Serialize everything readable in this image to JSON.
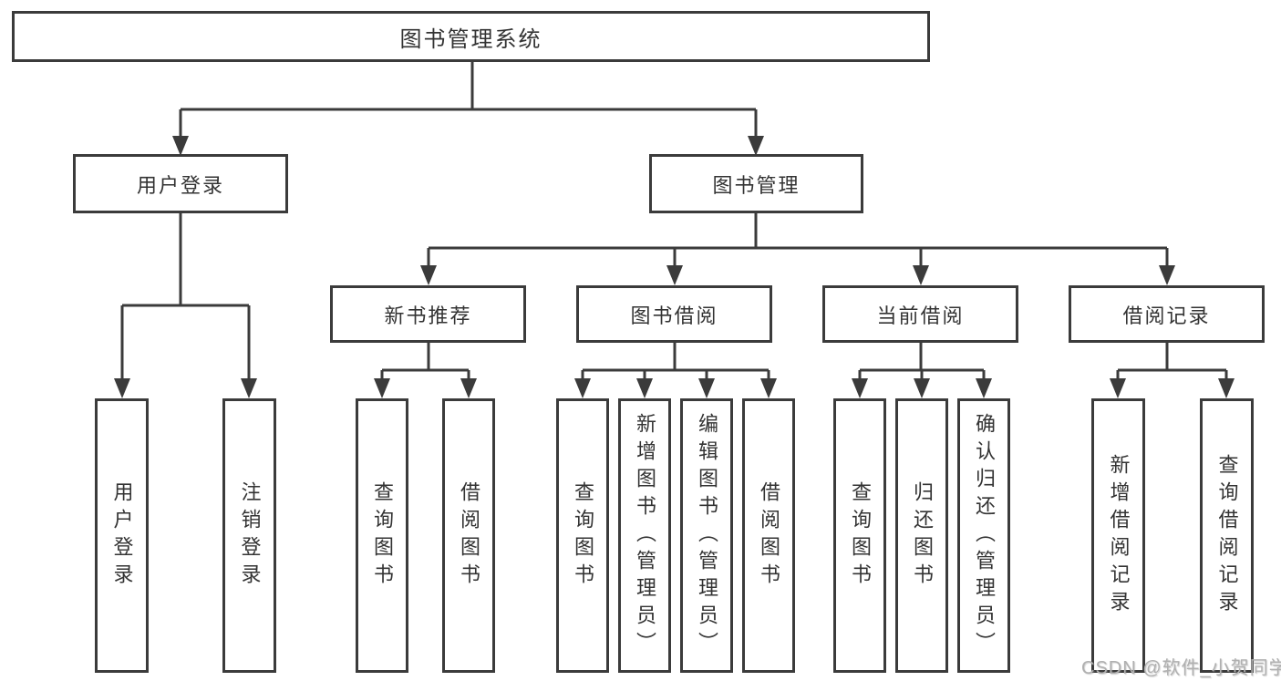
{
  "root": {
    "label": "图书管理系统"
  },
  "branches": [
    {
      "label": "用户登录",
      "children": [
        {
          "label": "用户登录"
        },
        {
          "label": "注销登录"
        }
      ]
    },
    {
      "label": "图书管理",
      "children": [
        {
          "label": "新书推荐",
          "children": [
            {
              "label": "查询图书"
            },
            {
              "label": "借阅图书"
            }
          ]
        },
        {
          "label": "图书借阅",
          "children": [
            {
              "label": "查询图书"
            },
            {
              "label": "新增图书（管理员）"
            },
            {
              "label": "编辑图书（管理员）"
            },
            {
              "label": "借阅图书"
            }
          ]
        },
        {
          "label": "当前借阅",
          "children": [
            {
              "label": "查询图书"
            },
            {
              "label": "归还图书"
            },
            {
              "label": "确认归还（管理员）"
            }
          ]
        },
        {
          "label": "借阅记录",
          "children": [
            {
              "label": "新增借阅记录"
            },
            {
              "label": "查询借阅记录"
            }
          ]
        }
      ]
    }
  ],
  "watermark": {
    "text": "CSDN @软件_小贺同学"
  },
  "colors": {
    "line": "#3b3b3b",
    "text": "#333333",
    "box_background": "#ffffff",
    "watermark": "#b0b0b0",
    "page_background": "#ffffff"
  }
}
